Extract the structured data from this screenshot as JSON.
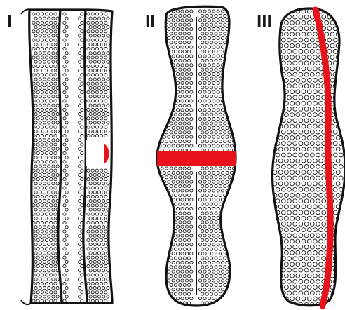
{
  "panels": [
    {
      "label": "I"
    },
    {
      "label": "II"
    },
    {
      "label": "III"
    }
  ],
  "colors": {
    "outline": "#111111",
    "pore": "#1a1a1a",
    "highlight": "#e8121b",
    "background": "#ffffff"
  }
}
